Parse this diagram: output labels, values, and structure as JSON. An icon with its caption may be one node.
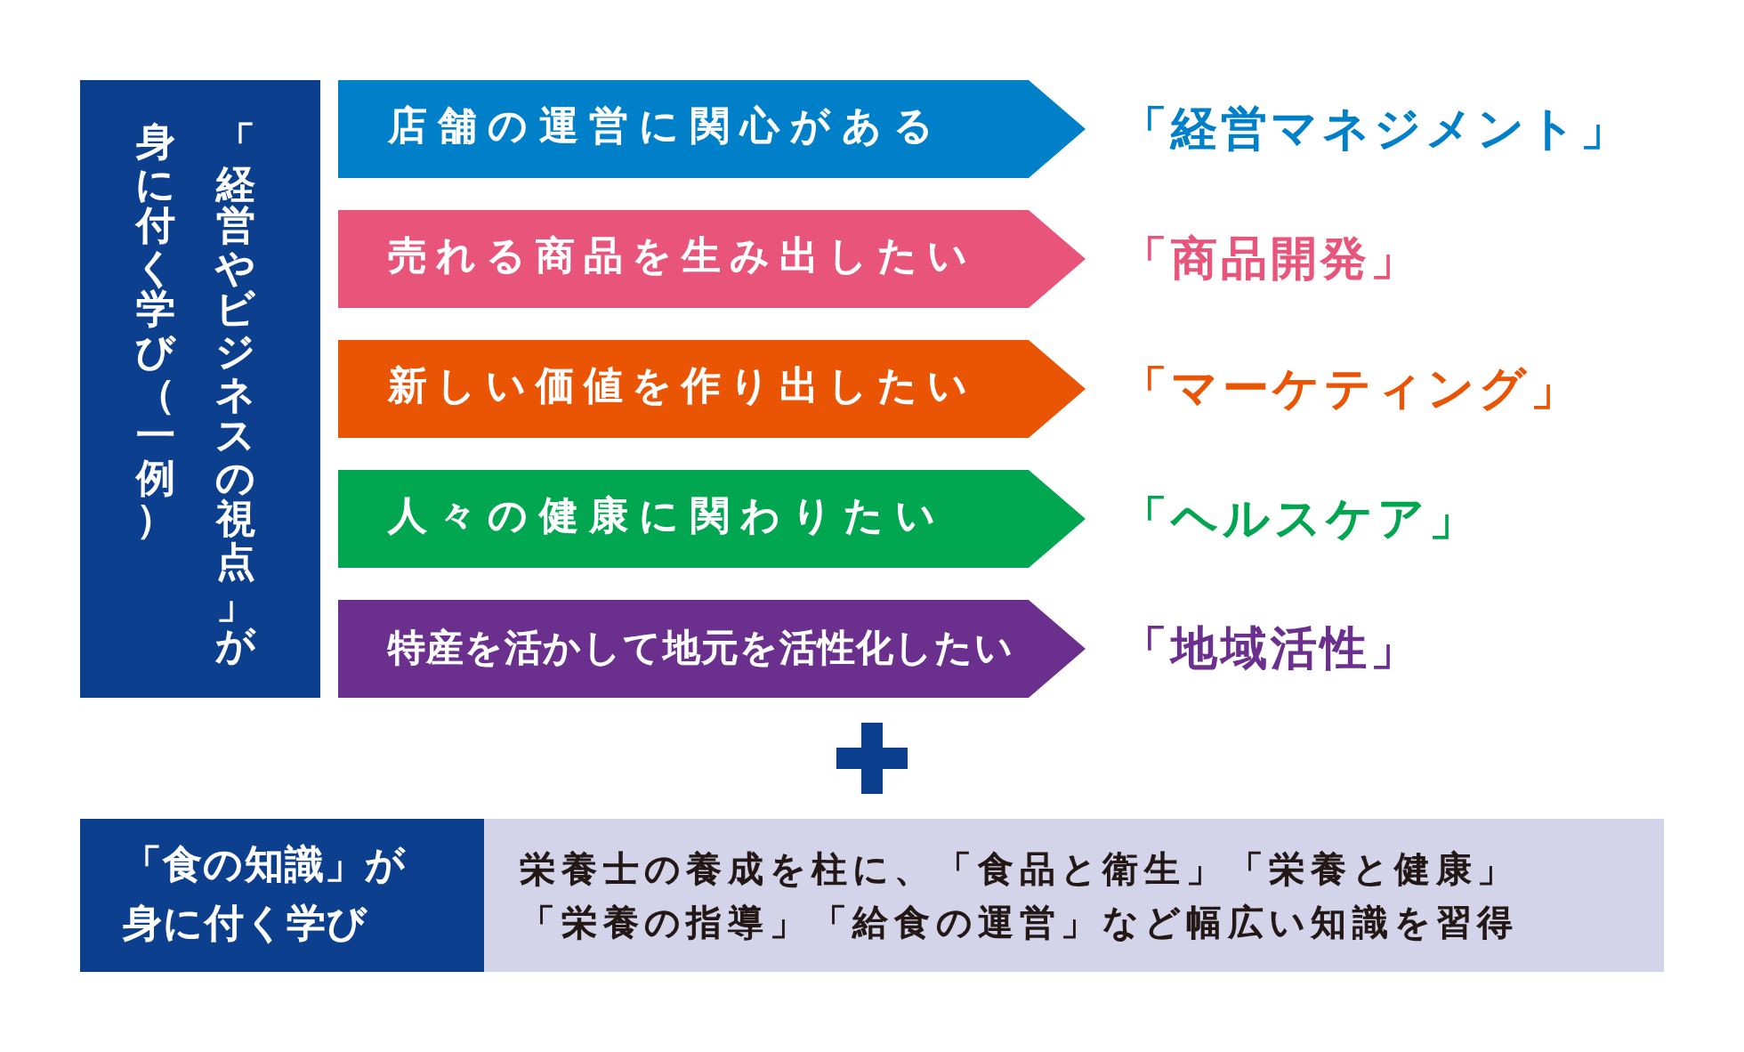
{
  "diagram": {
    "nodes": [
      {
        "text": [
          "「経営やビジネスの視点」が身に付く学び（一例）"
        ]
      },
      {
        "text": [
          "店舗の運営に関心がある"
        ],
        "beside": [
          "「経営マネジメント」"
        ]
      },
      {
        "text": [
          "売れる商品を生み出したい"
        ],
        "beside": [
          "「商品開発」"
        ]
      },
      {
        "text": [
          "新しい価値を作り出したい"
        ],
        "beside": [
          "「マーケティング」"
        ]
      },
      {
        "text": [
          "人々の健康に関わりたい"
        ],
        "beside": [
          "「ヘルスケア」"
        ]
      },
      {
        "text": [
          "特産を活かして地元を活性化したい"
        ],
        "beside": [
          "「地域活性」"
        ]
      },
      {
        "text": [
          "「食の知識」が身に付く学び"
        ]
      },
      {
        "text": [
          "栄養士の養成を柱に、「食品と衛生」「栄養と健康」「栄養の指導」「給食の運営」など幅広い知識を習得"
        ]
      }
    ]
  }
}
